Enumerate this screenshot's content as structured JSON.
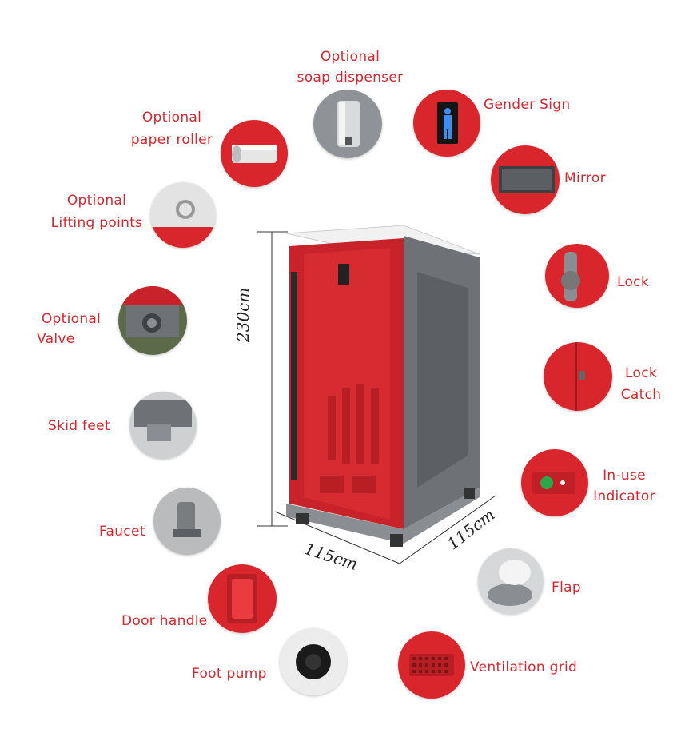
{
  "labels": {
    "soap_line1": "Optional",
    "soap_line2": "soap dispenser",
    "roller_line1": "Optional",
    "roller_line2": "paper roller",
    "gender": "Gender Sign",
    "mirror": "Mirror",
    "lifting_line1": "Optional",
    "lifting_line2": "Lifting points",
    "lock": "Lock",
    "valve_line1": "Optional",
    "valve_line2": "Valve",
    "catch_line1": "Lock",
    "catch_line2": "Catch",
    "skid": "Skid feet",
    "inuse_line1": "In-use",
    "inuse_line2": "Indicator",
    "faucet": "Faucet",
    "flap": "Flap",
    "door_handle": "Door handle",
    "foot_pump": "Foot pump",
    "vent": "Ventilation grid"
  },
  "dimensions": {
    "height": "230cm",
    "width": "115cm",
    "depth": "115cm"
  },
  "colors": {
    "brand_red": "#d8262c",
    "body_grey": "#6e7175",
    "roof_white": "#f1f1f1"
  },
  "icons": [
    "soap-dispenser-photo",
    "paper-roller-photo",
    "gender-sign-photo",
    "mirror-photo",
    "lifting-point-photo",
    "lock-photo",
    "valve-photo",
    "lock-catch-photo",
    "skid-feet-photo",
    "in-use-indicator-photo",
    "faucet-photo",
    "flap-photo",
    "door-handle-photo",
    "foot-pump-photo",
    "ventilation-grid-photo",
    "portable-toilet-illustration"
  ]
}
